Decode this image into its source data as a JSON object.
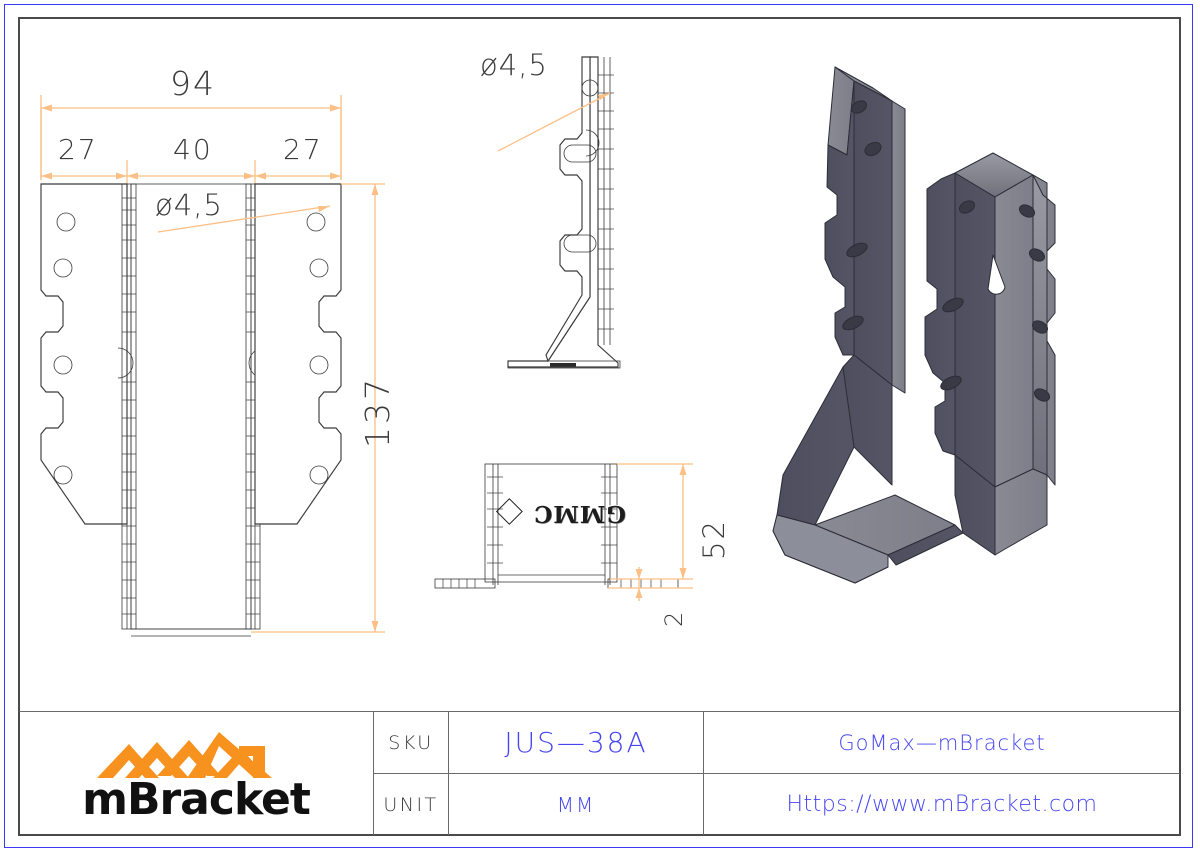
{
  "sheet": {
    "type": "engineering-drawing",
    "border_color": "#3b3bf5",
    "frame_color": "#4a4a4a"
  },
  "dimensions": {
    "overall_width": "94",
    "left_flange": "27",
    "seat_width": "40",
    "right_flange": "27",
    "overall_height": "137",
    "seat_height": "52",
    "material_thickness": "2",
    "hole_diameter_front": "ø4,5",
    "hole_diameter_side": "ø4,5"
  },
  "views": {
    "front_view_name": "front-view",
    "side_view_name": "side-profile-view",
    "bottom_view_name": "bottom-view",
    "iso_view_name": "isometric-3d-view",
    "emboss_text": "GMMC"
  },
  "title_block": {
    "logo_text": "mBracket",
    "logo_color": "#F7921E",
    "rows": [
      {
        "label": "SKU",
        "value": "JUS—38A",
        "info": "GoMax—mBracket"
      },
      {
        "label": "UNIT",
        "value": "MM",
        "info": "Https://www.mBracket.com"
      }
    ],
    "text_color": "#4646f0"
  }
}
